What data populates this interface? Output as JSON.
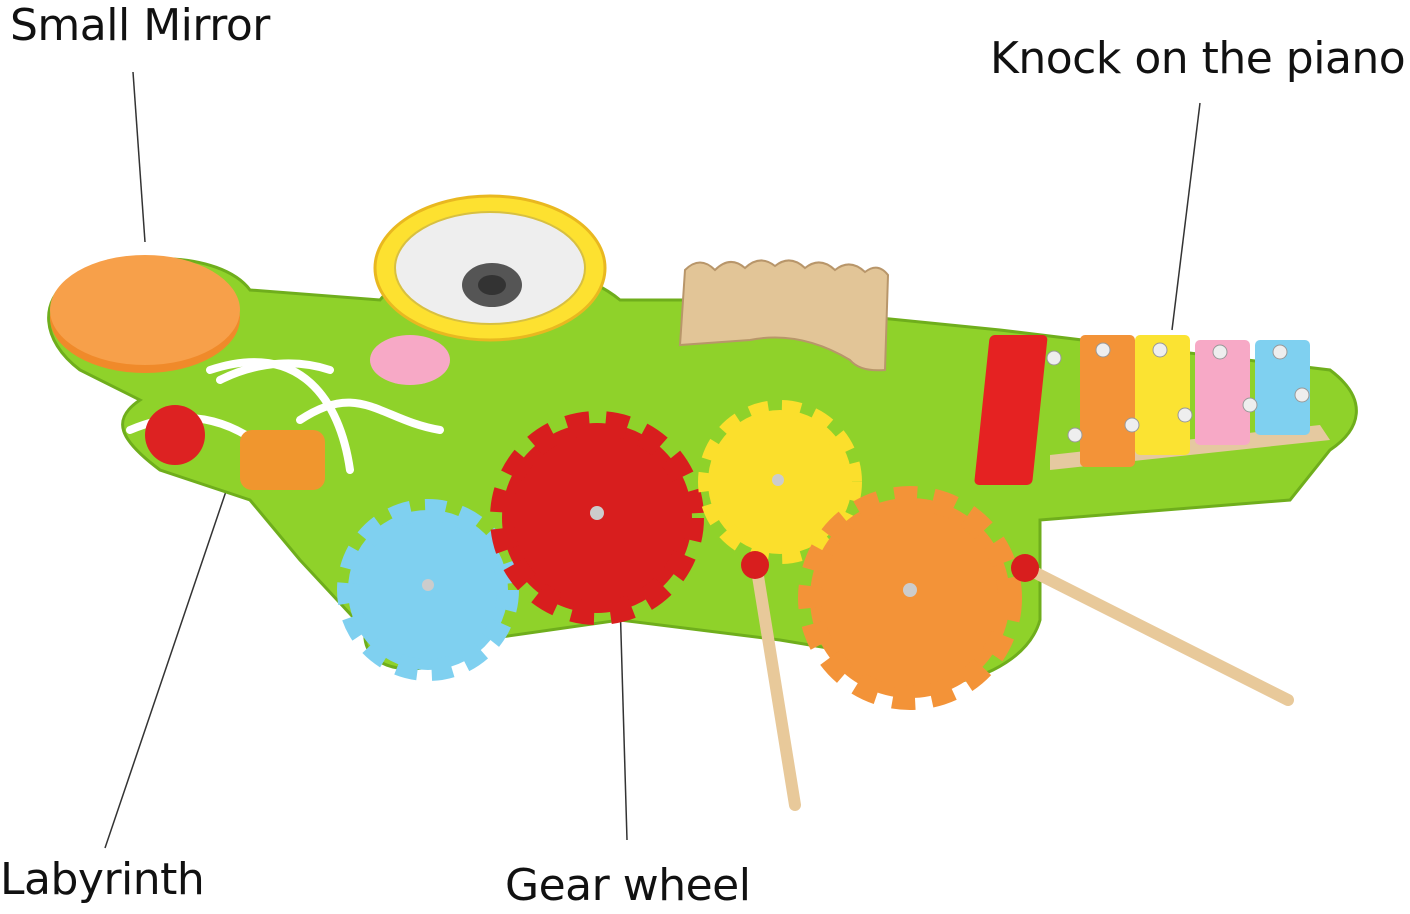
{
  "labels": {
    "small_mirror": "Small Mirror",
    "piano": "Knock on the piano",
    "labyrinth": "Labyrinth",
    "gear_wheel": "Gear wheel"
  },
  "colors": {
    "board": "#8fd22a",
    "red": "#e0211f",
    "orange": "#f39a3a",
    "yellow": "#fbe332",
    "blue": "#7fd0f0",
    "pink": "#f7a9c6",
    "wood": "#e8c99a"
  }
}
